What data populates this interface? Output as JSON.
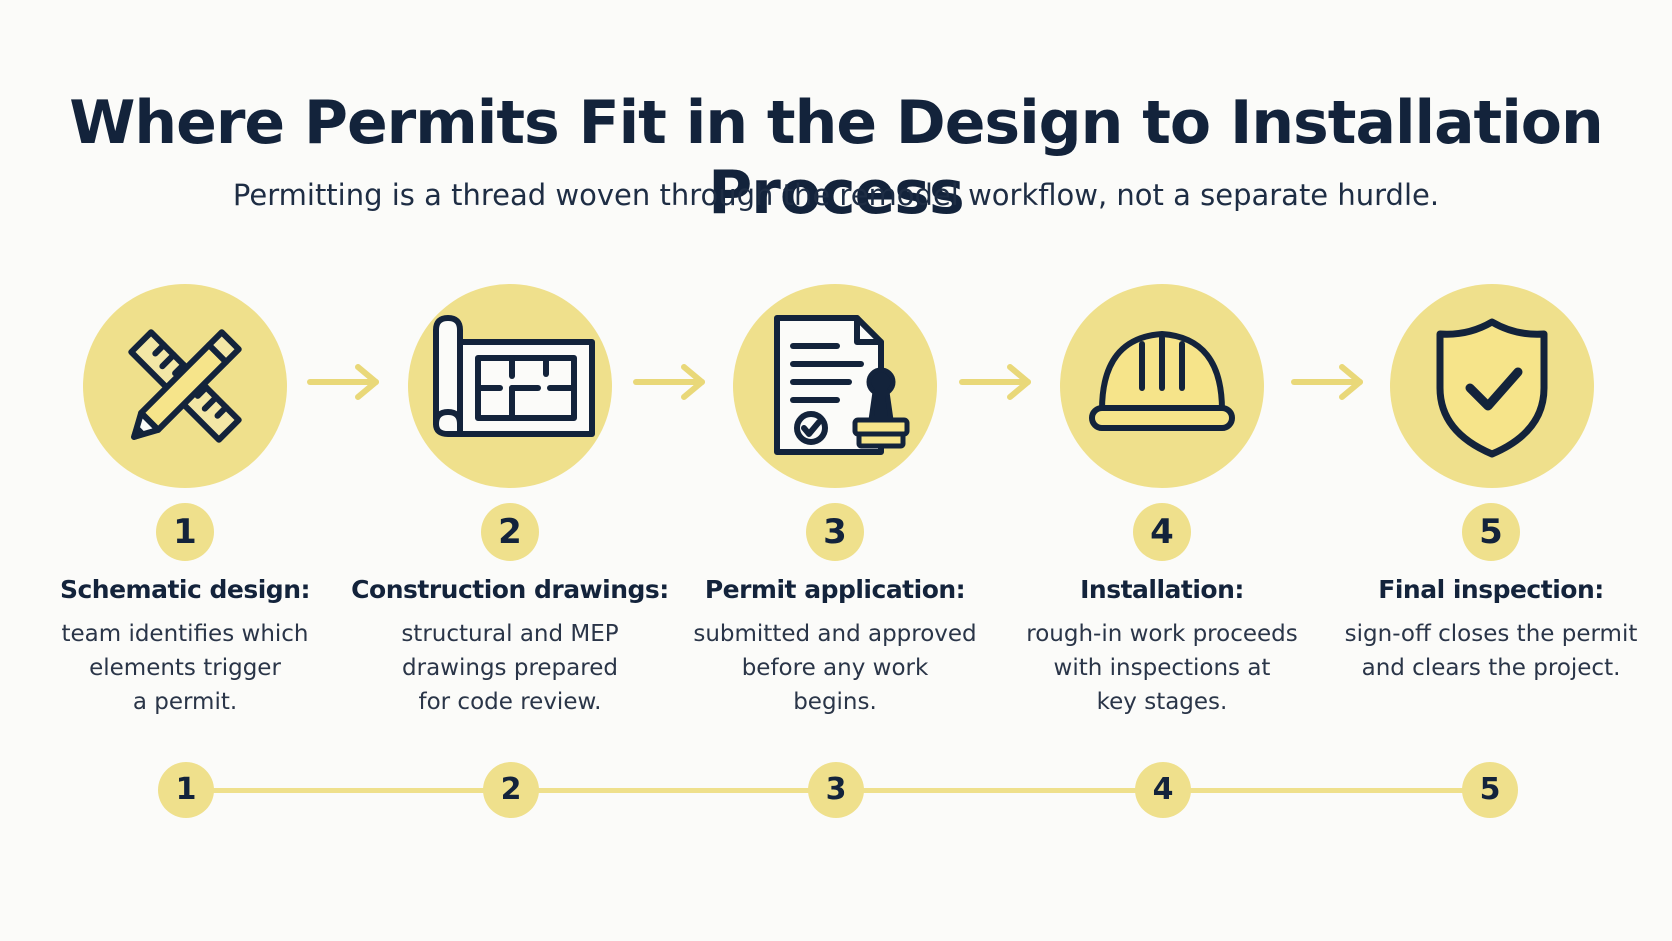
{
  "title": "Where Permits Fit in the Design to Installation Process",
  "subtitle": "Permitting is a thread woven through the remodel workflow, not a separate hurdle.",
  "colors": {
    "accent": "#efe08c",
    "ink": "#13233b",
    "background": "#fbfbf9"
  },
  "steps": [
    {
      "number": "1",
      "icon": "ruler-pencil-icon",
      "title": "Schematic design:",
      "description": "team identifies which\nelements trigger\na permit."
    },
    {
      "number": "2",
      "icon": "blueprint-icon",
      "title": "Construction drawings:",
      "description": "structural and MEP\ndrawings prepared\nfor code review."
    },
    {
      "number": "3",
      "icon": "document-stamp-icon",
      "title": "Permit application:",
      "description": "submitted and approved\nbefore any work\nbegins."
    },
    {
      "number": "4",
      "icon": "hard-hat-icon",
      "title": "Installation:",
      "description": "rough-in work proceeds\nwith inspections at\nkey stages."
    },
    {
      "number": "5",
      "icon": "shield-check-icon",
      "title": "Final inspection:",
      "description": "sign-off closes the permit\nand clears the project."
    }
  ],
  "timeline": [
    "1",
    "2",
    "3",
    "4",
    "5"
  ]
}
